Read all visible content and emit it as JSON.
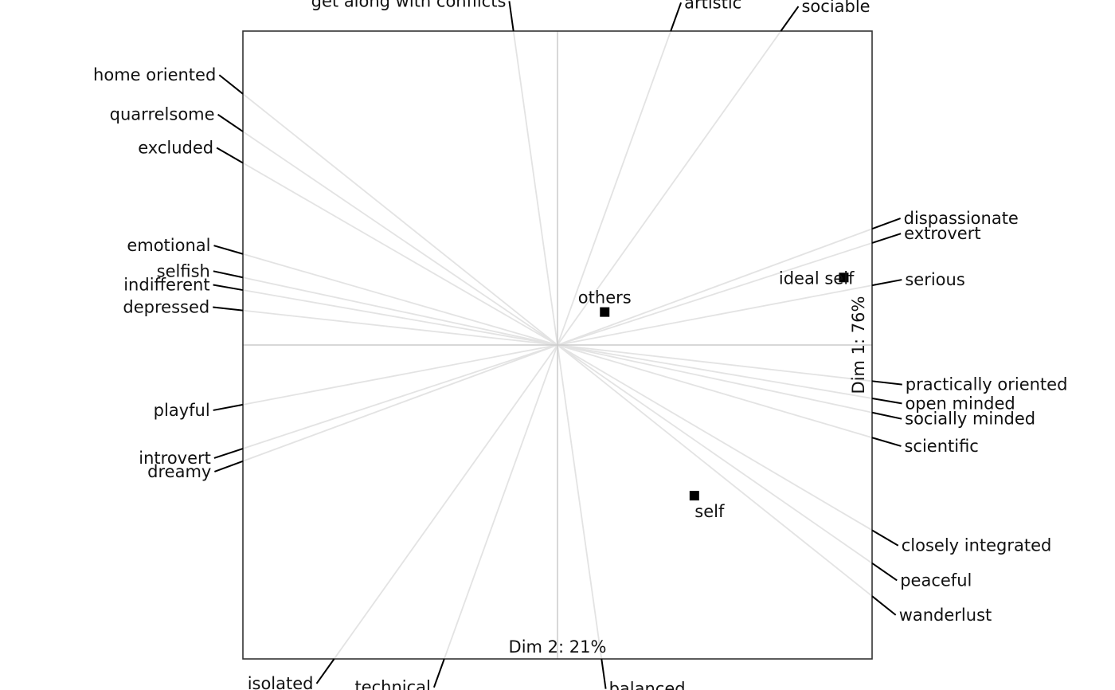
{
  "chart_data": {
    "type": "biplot",
    "axes": {
      "horizontal_label": "Dim 2: 21%",
      "vertical_label": "Dim 1: 76%",
      "xlim": [
        -1,
        1
      ],
      "ylim": [
        -1,
        1
      ],
      "grid": "center axes"
    },
    "elements": [
      {
        "label": "others",
        "x": 0.15,
        "y": 0.105,
        "label_position": "above"
      },
      {
        "label": "ideal self",
        "x": 0.91,
        "y": 0.215,
        "label_position": "left"
      },
      {
        "label": "self",
        "x": 0.435,
        "y": -0.48,
        "label_position": "below"
      }
    ],
    "constructs": [
      {
        "label": "get along with conflicts",
        "side": "top",
        "edge_pos": -0.14,
        "bold": false
      },
      {
        "label": "artistic",
        "side": "top",
        "edge_pos": 0.36,
        "bold": false
      },
      {
        "label": "sociable",
        "side": "top",
        "edge_pos": 0.71,
        "bold": true
      },
      {
        "label": "home oriented",
        "side": "left",
        "edge_pos": 0.8,
        "bold": false
      },
      {
        "label": "quarrelsome",
        "side": "left",
        "edge_pos": 0.68,
        "bold": false
      },
      {
        "label": "excluded",
        "side": "left",
        "edge_pos": 0.58,
        "bold": false
      },
      {
        "label": "emotional",
        "side": "left",
        "edge_pos": 0.29,
        "bold": false
      },
      {
        "label": "selfish",
        "side": "left",
        "edge_pos": 0.215,
        "bold": false
      },
      {
        "label": "indifferent",
        "side": "left",
        "edge_pos": 0.175,
        "bold": false
      },
      {
        "label": "depressed",
        "side": "left",
        "edge_pos": 0.11,
        "bold": false
      },
      {
        "label": "playful",
        "side": "left",
        "edge_pos": -0.19,
        "bold": false
      },
      {
        "label": "introvert",
        "side": "left",
        "edge_pos": -0.33,
        "bold": false
      },
      {
        "label": "dreamy",
        "side": "left",
        "edge_pos": -0.37,
        "bold": false
      },
      {
        "label": "dispassionate",
        "side": "right",
        "edge_pos": 0.37,
        "bold": false
      },
      {
        "label": "extrovert",
        "side": "right",
        "edge_pos": 0.325,
        "bold": false
      },
      {
        "label": "serious",
        "side": "right",
        "edge_pos": 0.19,
        "bold": false
      },
      {
        "label": "practically oriented",
        "side": "right",
        "edge_pos": -0.115,
        "bold": false
      },
      {
        "label": "open minded",
        "side": "right",
        "edge_pos": -0.17,
        "bold": false
      },
      {
        "label": "socially minded",
        "side": "right",
        "edge_pos": -0.215,
        "bold": false
      },
      {
        "label": "scientific",
        "side": "right",
        "edge_pos": -0.295,
        "bold": false
      },
      {
        "label": "closely integrated",
        "side": "right",
        "edge_pos": -0.59,
        "bold": false
      },
      {
        "label": "peaceful",
        "side": "right",
        "edge_pos": -0.695,
        "bold": false
      },
      {
        "label": "wanderlust",
        "side": "right",
        "edge_pos": -0.8,
        "bold": false
      },
      {
        "label": "isolated",
        "side": "bottom",
        "edge_pos": -0.71,
        "bold": true
      },
      {
        "label": "technical",
        "side": "bottom",
        "edge_pos": -0.36,
        "bold": false
      },
      {
        "label": "balanced",
        "side": "bottom",
        "edge_pos": 0.14,
        "bold": false
      }
    ]
  }
}
